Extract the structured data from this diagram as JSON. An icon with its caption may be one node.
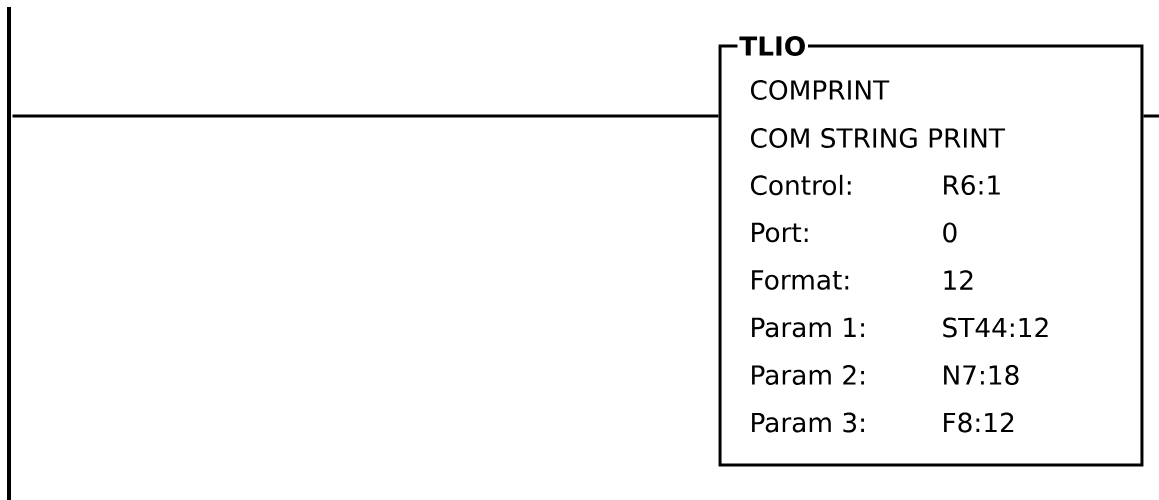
{
  "diagram": {
    "nodes": [
      {
        "text": [],
        "shape": "bar"
      },
      {
        "text": [
          "TLIO",
          "COMPRINT",
          "COM STRING PRINT",
          "Control:",
          "R6:1",
          "Port:",
          "0",
          "Format:",
          "12",
          "Param 1:",
          "ST44:12",
          "Param 2:",
          "N7:18",
          "Param 3:",
          "F8:12"
        ]
      }
    ],
    "edges": [
      {
        "from": 0,
        "to": 1,
        "arrow": "none"
      },
      {
        "from": 1,
        "to": null,
        "arrow": "none"
      }
    ]
  }
}
